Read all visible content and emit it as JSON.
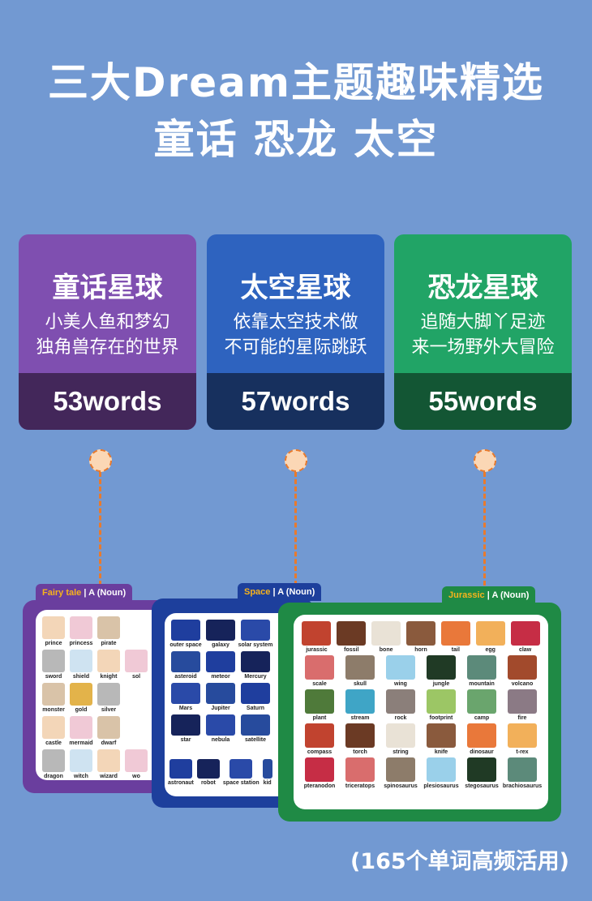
{
  "header": {
    "line1": "三大Dream主题趣味精选",
    "line2": "童话 恐龙 太空"
  },
  "panels": [
    {
      "name": "童话星球",
      "desc1": "小美人鱼和梦幻",
      "desc2": "独角兽存在的世界",
      "count": "53words",
      "color": "#7f4fb0",
      "dark": "#43275a"
    },
    {
      "name": "太空星球",
      "desc1": "依靠太空技术做",
      "desc2": "不可能的星际跳跃",
      "count": "57words",
      "color": "#2e63bf",
      "dark": "#17305e"
    },
    {
      "name": "恐龙星球",
      "desc1": "追随大脚丫足迹",
      "desc2": "来一场野外大冒险",
      "count": "55words",
      "color": "#21a466",
      "dark": "#135634"
    }
  ],
  "cards": {
    "fairy": {
      "theme": "Fairy tale",
      "sep": " | ",
      "type": "A (Noun)",
      "words": [
        "prince",
        "princess",
        "pirate",
        "",
        "sword",
        "shield",
        "knight",
        "sol",
        "monster",
        "gold",
        "silver",
        "",
        "castle",
        "mermaid",
        "dwarf",
        "",
        "dragon",
        "witch",
        "wizard",
        "wo"
      ]
    },
    "space": {
      "theme": "Space",
      "sep": " | ",
      "type": "A (Noun)",
      "words": [
        "outer space",
        "galaxy",
        "solar system",
        "asteroid",
        "meteor",
        "Mercury",
        "Mars",
        "Jupiter",
        "Saturn",
        "star",
        "nebula",
        "satellite",
        "astronaut",
        "robot",
        "space station",
        "kid"
      ]
    },
    "jurassic": {
      "theme": "Jurassic",
      "sep": " | ",
      "type": "A (Noun)",
      "words": [
        "jurassic",
        "fossil",
        "bone",
        "horn",
        "tail",
        "egg",
        "claw",
        "scale",
        "skull",
        "wing",
        "jungle",
        "mountain",
        "volcano",
        "plant",
        "stream",
        "rock",
        "footprint",
        "camp",
        "fire",
        "compass",
        "torch",
        "string",
        "knife",
        "dinosaur",
        "t-rex",
        "pteranodon",
        "triceratops",
        "spinosaurus",
        "plesiosaurus",
        "stegosaurus",
        "brachiosaurus"
      ]
    }
  },
  "footer": "(165个单词高频活用)"
}
